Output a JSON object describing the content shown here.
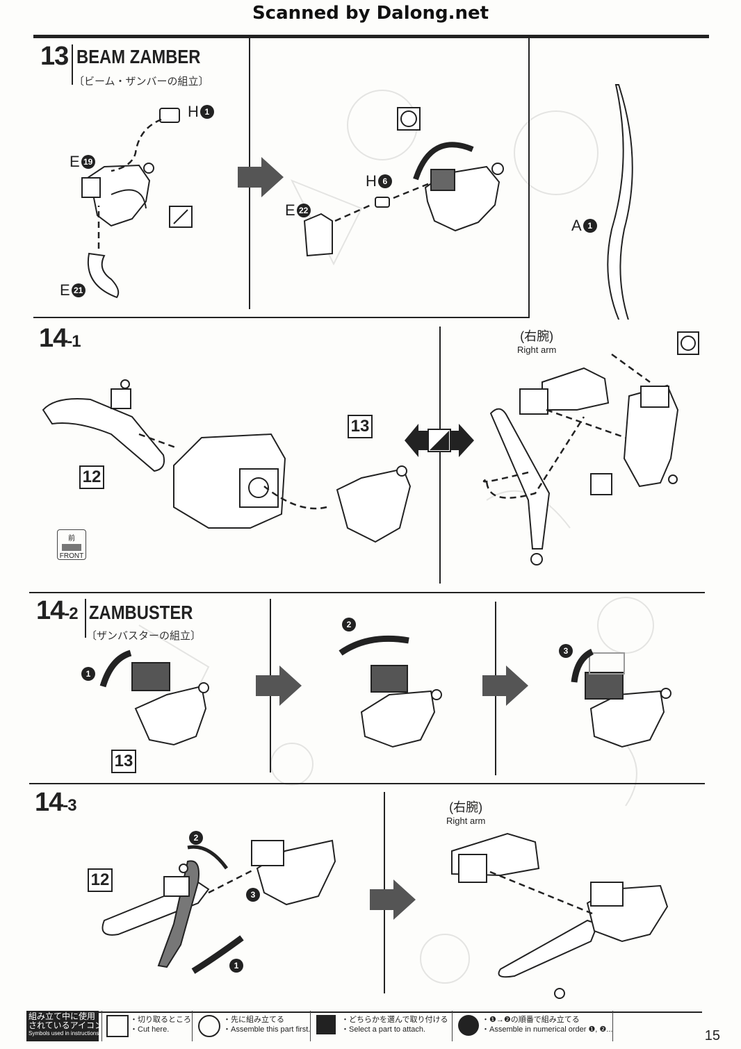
{
  "header": {
    "scan_credit": "Scanned by Dalong.net"
  },
  "steps": {
    "s13": {
      "number": "13",
      "title": "BEAM ZAMBER",
      "subtitle_jp": "〔ビーム・ザンバーの組立〕",
      "parts": {
        "h1": {
          "letter": "H",
          "num": "1"
        },
        "e19": {
          "letter": "E",
          "num": "19"
        },
        "e21": {
          "letter": "E",
          "num": "21"
        },
        "h6": {
          "letter": "H",
          "num": "6"
        },
        "e22": {
          "letter": "E",
          "num": "22"
        },
        "a1": {
          "letter": "A",
          "num": "1"
        }
      }
    },
    "s14_1": {
      "number": "14",
      "suffix": "-1",
      "ref_a": "12",
      "ref_b": "13",
      "front_jp": "前",
      "front_en": "FRONT",
      "arm_jp": "(右腕)",
      "arm_en": "Right arm"
    },
    "s14_2": {
      "number": "14",
      "suffix": "-2",
      "title": "ZAMBUSTER",
      "subtitle_jp": "〔ザンバスターの組立〕",
      "ref": "13",
      "order": [
        "1",
        "2",
        "3"
      ]
    },
    "s14_3": {
      "number": "14",
      "suffix": "-3",
      "ref": "12",
      "arm_jp": "(右腕)",
      "arm_en": "Right arm",
      "order": [
        "1",
        "2",
        "3"
      ]
    }
  },
  "footer": {
    "legend_jp1": "組み立て中に使用",
    "legend_jp2": "されているアイコン",
    "legend_en": "Symbols used in instructions",
    "icons": [
      {
        "name": "cut-icon",
        "jp": "・切り取るところ",
        "en": "・Cut here."
      },
      {
        "name": "assemble-first-icon",
        "jp": "・先に組み立てる",
        "en": "・Assemble this part first."
      },
      {
        "name": "select-part-icon",
        "jp": "・どちらかを選んで取り付ける",
        "en": "・Select a part to attach."
      },
      {
        "name": "numerical-order-icon",
        "jp": "・❶→❷の順番で組み立てる",
        "en": "・Assemble in numerical order ❶, ❷..."
      }
    ]
  },
  "page_number": "15"
}
